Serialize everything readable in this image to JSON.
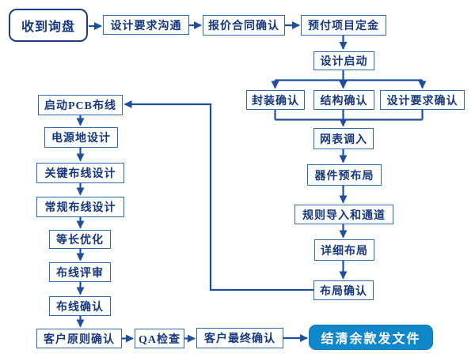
{
  "diagram": {
    "type": "flowchart",
    "description": "PCB design service workflow flowchart (Chinese)",
    "colors": {
      "line": "#1d4f9e",
      "box_border": "#2e6cb0",
      "box_text": "#16387d",
      "start_border": "#1a3f7d",
      "end_fill": "#0f87c8",
      "end_text": "#ffffff",
      "background": "#ffffff"
    }
  },
  "nodes": {
    "receive_inquiry": {
      "label": "收到询盘",
      "shape": "rounded-start"
    },
    "req_comm": {
      "label": "设计要求沟通",
      "shape": "process"
    },
    "quote_contract": {
      "label": "报价合同确认",
      "shape": "process"
    },
    "prepay_deposit": {
      "label": "预付项目定金",
      "shape": "process"
    },
    "design_start": {
      "label": "设计启动",
      "shape": "process"
    },
    "package_confirm": {
      "label": "封装确认",
      "shape": "process"
    },
    "structure_confirm": {
      "label": "结构确认",
      "shape": "process"
    },
    "design_req_confirm": {
      "label": "设计要求确认",
      "shape": "process"
    },
    "netlist_import": {
      "label": "网表调入",
      "shape": "process"
    },
    "component_preplace": {
      "label": "器件预布局",
      "shape": "process"
    },
    "rules_channel": {
      "label": "规则导入和通道",
      "shape": "process"
    },
    "detailed_placement": {
      "label": "详细布局",
      "shape": "process"
    },
    "placement_confirm": {
      "label": "布局确认",
      "shape": "process"
    },
    "start_pcb_routing": {
      "label": "启动PCB布线",
      "shape": "process"
    },
    "power_ground": {
      "label": "电源地设计",
      "shape": "process"
    },
    "critical_routing": {
      "label": "关键布线设计",
      "shape": "process"
    },
    "regular_routing": {
      "label": "常规布线设计",
      "shape": "process"
    },
    "length_opt": {
      "label": "等长优化",
      "shape": "process"
    },
    "routing_review": {
      "label": "布线评审",
      "shape": "process"
    },
    "routing_confirm": {
      "label": "布线确认",
      "shape": "process"
    },
    "customer_principle": {
      "label": "客户原则确认",
      "shape": "process"
    },
    "qa_check": {
      "label": "QA检查",
      "shape": "process"
    },
    "customer_final": {
      "label": "客户最终确认",
      "shape": "process"
    },
    "settle_deliver": {
      "label": "结清余款发文件",
      "shape": "rounded-end"
    }
  },
  "edges": [
    "收到询盘→设计要求沟通",
    "设计要求沟通→报价合同确认",
    "报价合同确认→预付项目定金",
    "预付项目定金→设计启动",
    "设计启动→封装确认",
    "设计启动→结构确认",
    "设计启动→设计要求确认",
    "封装确认→网表调入",
    "结构确认→网表调入",
    "设计要求确认→网表调入",
    "网表调入→器件预布局",
    "器件预布局→规则导入和通道",
    "规则导入和通道→详细布局",
    "详细布局→布局确认",
    "布局确认→启动PCB布线",
    "启动PCB布线→电源地设计",
    "电源地设计→关键布线设计",
    "关键布线设计→常规布线设计",
    "常规布线设计→等长优化",
    "等长优化→布线评审",
    "布线评审→布线确认",
    "布线确认→客户原则确认",
    "客户原则确认→QA检查",
    "QA检查→客户最终确认",
    "客户最终确认→结清余款发文件"
  ]
}
